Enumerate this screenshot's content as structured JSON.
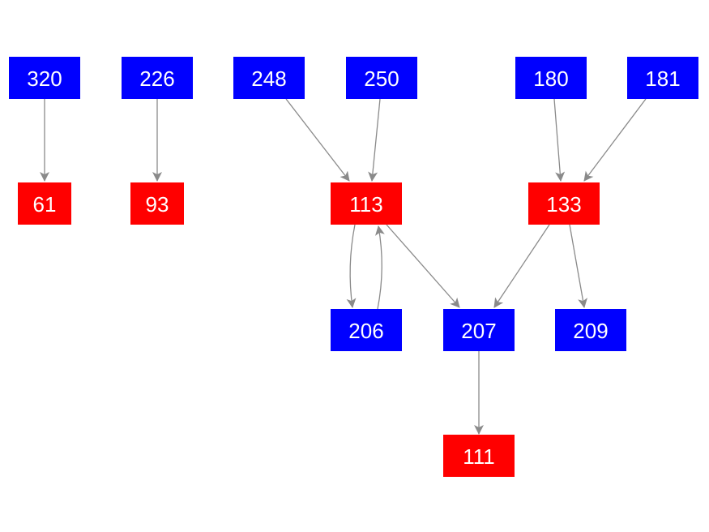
{
  "colors": {
    "blue_node": "#0000ff",
    "red_node": "#ff0000",
    "edge": "#8a8a8a",
    "text": "#ffffff"
  },
  "nodes": [
    {
      "id": "320",
      "label": "320",
      "color": "blue"
    },
    {
      "id": "226",
      "label": "226",
      "color": "blue"
    },
    {
      "id": "248",
      "label": "248",
      "color": "blue"
    },
    {
      "id": "250",
      "label": "250",
      "color": "blue"
    },
    {
      "id": "180",
      "label": "180",
      "color": "blue"
    },
    {
      "id": "181",
      "label": "181",
      "color": "blue"
    },
    {
      "id": "61",
      "label": "61",
      "color": "red"
    },
    {
      "id": "93",
      "label": "93",
      "color": "red"
    },
    {
      "id": "113",
      "label": "113",
      "color": "red"
    },
    {
      "id": "133",
      "label": "133",
      "color": "red"
    },
    {
      "id": "206",
      "label": "206",
      "color": "blue"
    },
    {
      "id": "207",
      "label": "207",
      "color": "blue"
    },
    {
      "id": "209",
      "label": "209",
      "color": "blue"
    },
    {
      "id": "111",
      "label": "111",
      "color": "red"
    }
  ],
  "edges": [
    {
      "from": "320",
      "to": "61"
    },
    {
      "from": "226",
      "to": "93"
    },
    {
      "from": "248",
      "to": "113"
    },
    {
      "from": "250",
      "to": "113"
    },
    {
      "from": "180",
      "to": "133"
    },
    {
      "from": "181",
      "to": "133"
    },
    {
      "from": "113",
      "to": "206"
    },
    {
      "from": "206",
      "to": "113"
    },
    {
      "from": "113",
      "to": "207"
    },
    {
      "from": "133",
      "to": "207"
    },
    {
      "from": "133",
      "to": "209"
    },
    {
      "from": "207",
      "to": "111"
    }
  ]
}
